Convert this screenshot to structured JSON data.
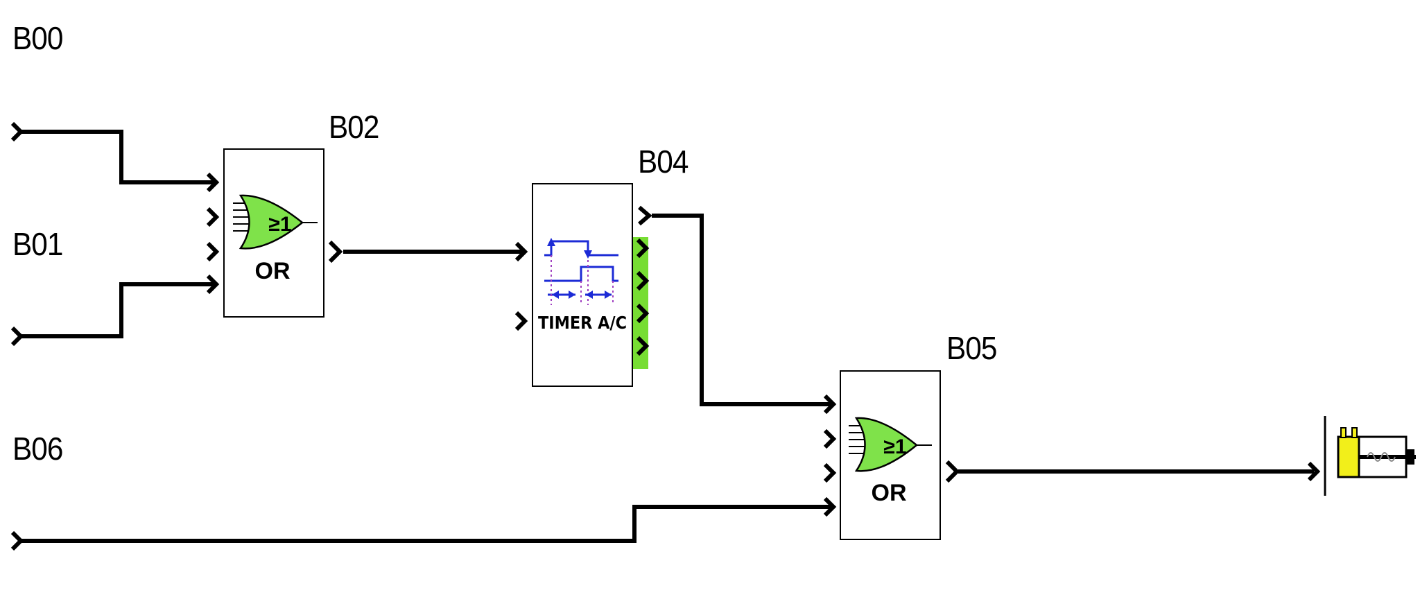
{
  "blocks": {
    "b00": {
      "label": "B00"
    },
    "b01": {
      "label": "B01"
    },
    "b02": {
      "label": "B02",
      "type_text": "OR",
      "symbol": "≥1"
    },
    "b04": {
      "label": "B04",
      "type_text": "TIMER A/C"
    },
    "b05": {
      "label": "B05",
      "type_text": "OR",
      "symbol": "≥1"
    },
    "b06": {
      "label": "B06"
    }
  },
  "colors": {
    "wire": "#000000",
    "gate_fill": "#7fe24a",
    "timer_line": "#1c2bd6",
    "connector_highlight": "#77dd33",
    "output_yellow": "#f2ef1a"
  },
  "icons": {
    "or_gate": "or-gate-icon",
    "timer": "timer-waveform-icon",
    "output": "output-coil-icon"
  }
}
